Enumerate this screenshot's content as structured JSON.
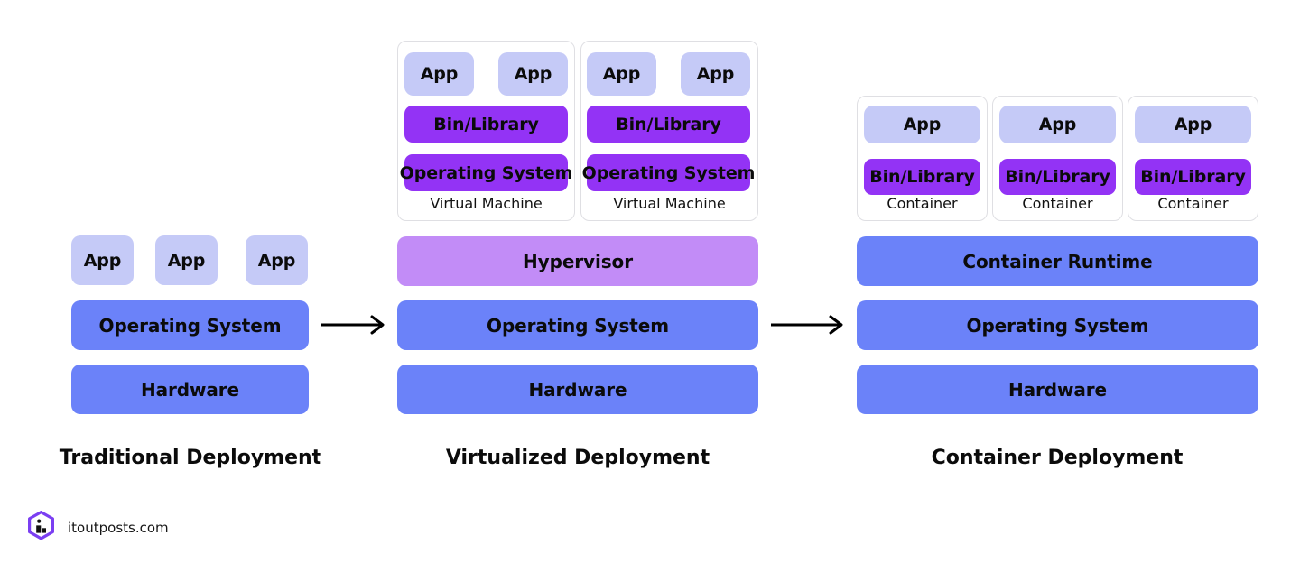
{
  "diagram": {
    "title_traditional": "Traditional Deployment",
    "title_virtualized": "Virtualized Deployment",
    "title_container": "Container Deployment",
    "labels": {
      "app": "App",
      "bin_library": "Bin/Library",
      "operating_system": "Operating System",
      "hardware": "Hardware",
      "hypervisor": "Hypervisor",
      "container_runtime": "Container Runtime",
      "virtual_machine": "Virtual Machine",
      "container": "Container"
    },
    "colors": {
      "app": "#c5caf7",
      "infrastructure": "#6b82f9",
      "bin_library": "#9333f5",
      "hypervisor": "#c28cf7",
      "card_border": "#dfdfe3",
      "text": "#0b0b0b",
      "background": "#ffffff",
      "logo_purple": "#7b3ff2"
    },
    "traditional": {
      "apps": [
        "App",
        "App",
        "App"
      ],
      "stack": [
        "Operating System",
        "Hardware"
      ]
    },
    "virtualized": {
      "vms": [
        {
          "caption": "Virtual Machine",
          "apps": [
            "App",
            "App"
          ],
          "layers": [
            "Bin/Library",
            "Operating System"
          ]
        },
        {
          "caption": "Virtual Machine",
          "apps": [
            "App",
            "App"
          ],
          "layers": [
            "Bin/Library",
            "Operating System"
          ]
        }
      ],
      "stack": [
        "Hypervisor",
        "Operating System",
        "Hardware"
      ]
    },
    "containerized": {
      "containers": [
        {
          "caption": "Container",
          "apps": [
            "App"
          ],
          "layers": [
            "Bin/Library"
          ]
        },
        {
          "caption": "Container",
          "apps": [
            "App"
          ],
          "layers": [
            "Bin/Library"
          ]
        },
        {
          "caption": "Container",
          "apps": [
            "App"
          ],
          "layers": [
            "Bin/Library"
          ]
        }
      ],
      "stack": [
        "Container Runtime",
        "Operating System",
        "Hardware"
      ]
    },
    "arrows": [
      "arrow-right",
      "arrow-right"
    ]
  },
  "footer": {
    "brand": "itoutposts.com",
    "logo_icon": "hexagon-logo-icon"
  }
}
